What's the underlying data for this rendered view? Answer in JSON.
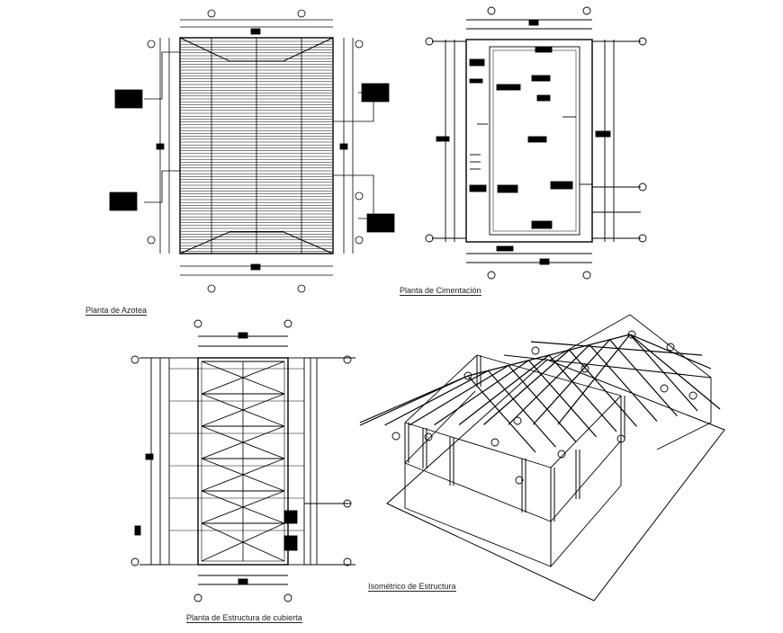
{
  "drawings": {
    "roof_plan": {
      "caption": "Planta de Azotea"
    },
    "foundation_plan": {
      "caption": "Planta de Cimentación"
    },
    "roof_structure_plan": {
      "caption": "Planta de Estructura de cubierta"
    },
    "isometric": {
      "caption": "Isométrico de Estructura"
    }
  },
  "colors": {
    "ink": "#000000",
    "paper": "#ffffff",
    "grey": "#555555"
  }
}
